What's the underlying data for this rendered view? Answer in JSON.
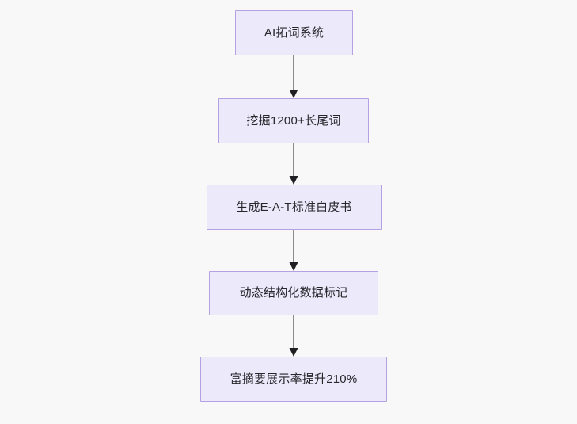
{
  "diagram": {
    "type": "flowchart",
    "direction": "top-to-bottom",
    "background_color": "#f8f8f8",
    "node_fill_color": "#ece9fb",
    "node_border_color": "#b5a0e3",
    "node_text_color": "#27272b",
    "edge_line_color": "#8c8c8c",
    "edge_arrow_color": "#1f1f23",
    "nodes": [
      {
        "id": "n1",
        "label": "AI拓词系统"
      },
      {
        "id": "n2",
        "label": "挖掘1200+长尾词"
      },
      {
        "id": "n3",
        "label": "生成E-A-T标准白皮书"
      },
      {
        "id": "n4",
        "label": "动态结构化数据标记"
      },
      {
        "id": "n5",
        "label": "富摘要展示率提升210%"
      }
    ],
    "edges": [
      {
        "from": "n1",
        "to": "n2",
        "label": ""
      },
      {
        "from": "n2",
        "to": "n3",
        "label": ""
      },
      {
        "from": "n3",
        "to": "n4",
        "label": ""
      },
      {
        "from": "n4",
        "to": "n5",
        "label": ""
      }
    ]
  }
}
